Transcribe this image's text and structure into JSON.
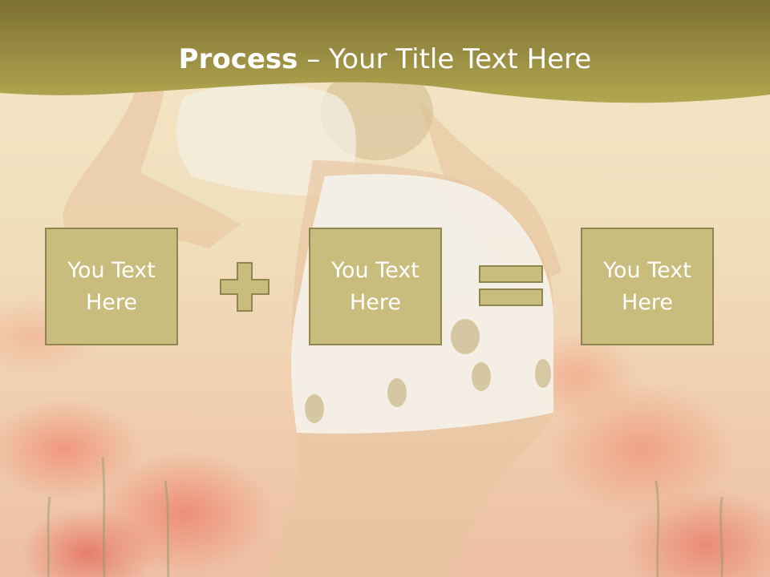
{
  "header": {
    "title_bold": "Process",
    "title_separator": " – ",
    "title_rest": "Your Title Text Here"
  },
  "diagram": {
    "boxes": [
      {
        "text": "You Text Here"
      },
      {
        "text": "You Text Here"
      },
      {
        "text": "You Text Here"
      }
    ],
    "operators": [
      "plus-icon",
      "equals-icon"
    ]
  },
  "colors": {
    "band": "#a99d47",
    "box_fill": "#c9bd7e",
    "box_border": "#8e8550",
    "text": "#ffffff"
  }
}
